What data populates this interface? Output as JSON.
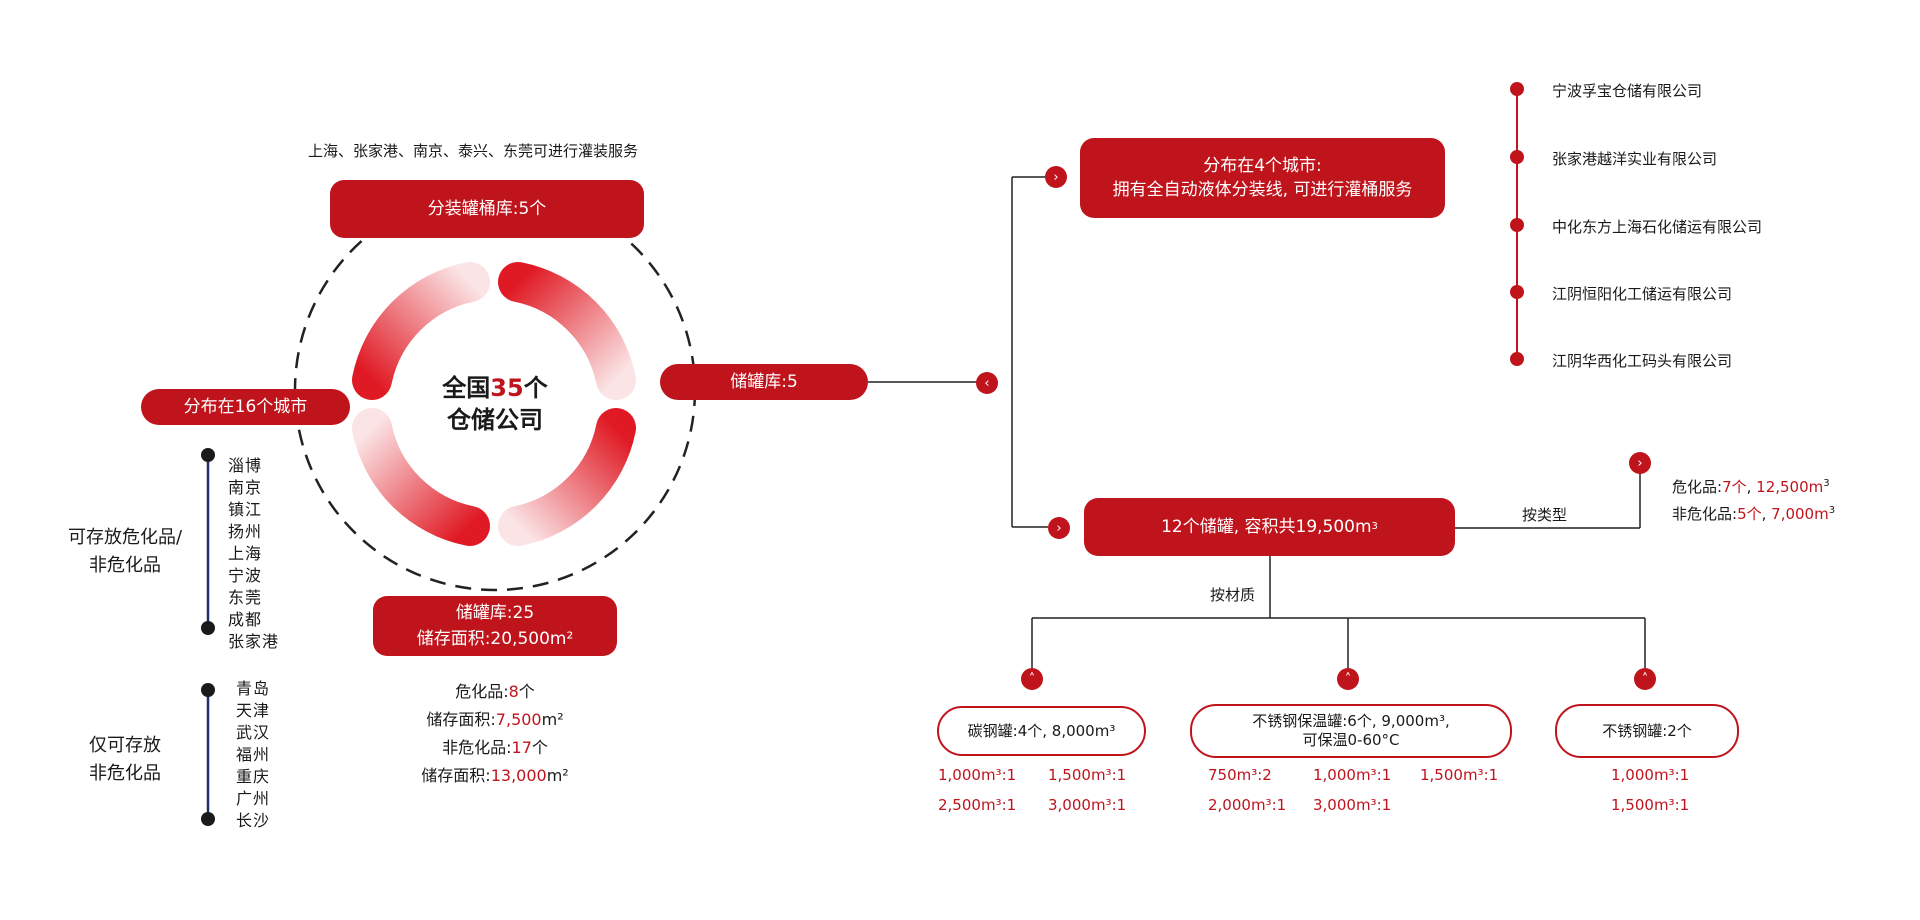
{
  "top_note": "上海、张家港、南京、泰兴、东莞可进行灌装服务",
  "filling_depot": "分装罐桶库:5个",
  "center": {
    "prefix": "全国",
    "number": "35",
    "suffix": "个",
    "line2": "仓储公司"
  },
  "cities_pill": "分布在16个城市",
  "group_hazard": {
    "label_l1": "可存放危化品/",
    "label_l2": "非危化品",
    "cities": [
      "淄博",
      "南京",
      "镇江",
      "扬州",
      "上海",
      "宁波",
      "东莞",
      "成都",
      "张家港"
    ]
  },
  "group_nonhazard": {
    "label_l1": "仅可存放",
    "label_l2": "非危化品",
    "cities": [
      "青岛",
      "天津",
      "武汉",
      "福州",
      "重庆",
      "广州",
      "长沙"
    ]
  },
  "tank_depot": {
    "line1": "储罐库:25",
    "line2": "储存面积:20,500m²"
  },
  "stats": [
    {
      "label": "危化品:",
      "value": "8",
      "unit": "个"
    },
    {
      "label": "储存面积:",
      "value": "7,500",
      "unit": "m²"
    },
    {
      "label": "非危化品:",
      "value": "17",
      "unit": "个"
    },
    {
      "label": "储存面积:",
      "value": "13,000",
      "unit": "m²"
    }
  ],
  "storage_pill": "储罐库:5",
  "dist4": {
    "line1": "分布在4个城市:",
    "line2": "拥有全自动液体分装线, 可进行灌桶服务"
  },
  "companies": [
    "宁波孚宝仓储有限公司",
    "张家港越洋实业有限公司",
    "中化东方上海石化储运有限公司",
    "江阴恒阳化工储运有限公司",
    "江阴华西化工码头有限公司"
  ],
  "tanks12": {
    "text": "12个储罐, 容积共19,500m",
    "sup": "3"
  },
  "by_type_label": "按类型",
  "by_type": [
    {
      "label": "危化品:",
      "count": "7个",
      "sep": ", ",
      "vol": "12,500m",
      "sup": "3"
    },
    {
      "label": "非危化品:",
      "count": "5个",
      "sep": ", ",
      "vol": "7,000m",
      "sup": "3"
    }
  ],
  "by_material_label": "按材质",
  "materials": [
    {
      "name": "碳钢罐:4个, 8,000m³",
      "sub": "",
      "items": [
        "1,000m³:1",
        "1,500m³:1",
        "2,500m³:1",
        "3,000m³:1"
      ]
    },
    {
      "name": "不锈钢保温罐:6个, 9,000m³,",
      "sub": "可保温0-60°C",
      "items": [
        "750m³:2",
        "1,000m³:1",
        "1,500m³:1",
        "2,000m³:1",
        "3,000m³:1"
      ]
    },
    {
      "name": "不锈钢罐:2个",
      "sub": "",
      "items": [
        "1,000m³:1",
        "1,500m³:1"
      ]
    }
  ],
  "colors": {
    "accent": "#c0141c",
    "navy": "#1f2f6e",
    "text": "#1a1a1a"
  },
  "icons": {
    "arrow_right": "chevron-right-icon",
    "arrow_left": "chevron-left-icon",
    "arrow_up": "chevron-up-icon"
  }
}
